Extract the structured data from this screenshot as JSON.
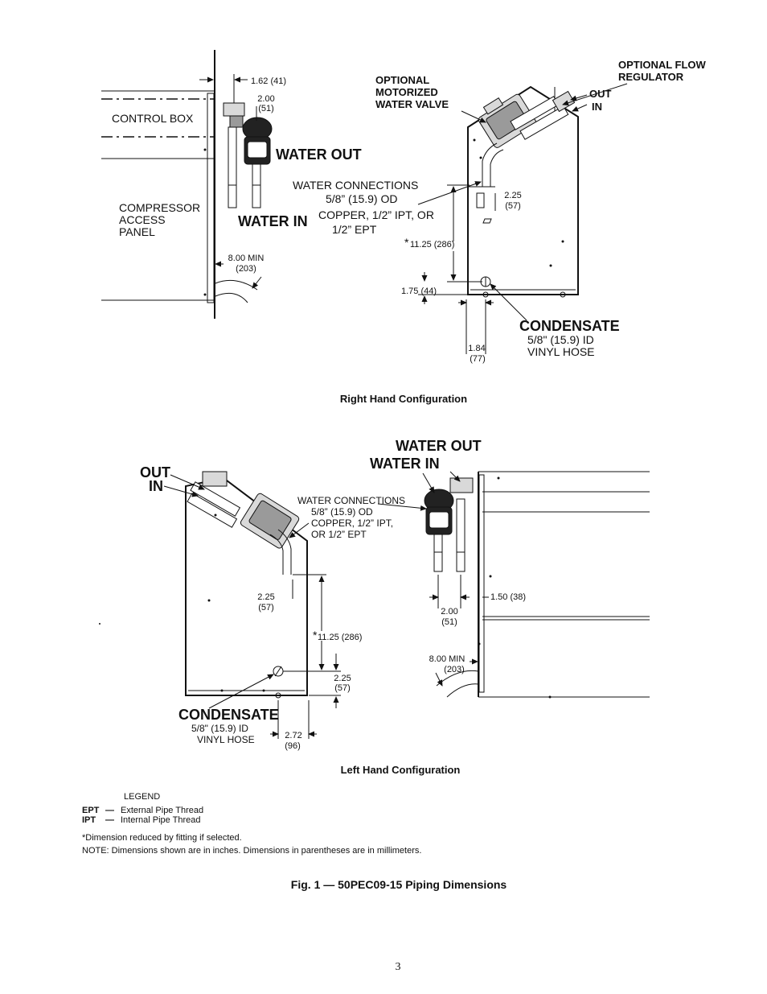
{
  "right_config": {
    "caption": "Right Hand Configuration",
    "dim_162": "1.62 (41)",
    "dim_200_a": "2.00",
    "dim_200_b": "(51)",
    "control_box": "CONTROL BOX",
    "water_out": "WATER OUT",
    "water_in": "WATER IN",
    "comp_1": "COMPRESSOR",
    "comp_2": "ACCESS",
    "comp_3": "PANEL",
    "min_a": "8.00 MIN",
    "min_b": "(203)",
    "omv_1": "OPTIONAL",
    "omv_2": "MOTORIZED",
    "omv_3": "WATER VALVE",
    "ofr_1": "OPTIONAL FLOW",
    "ofr_2": "REGULATOR",
    "out": "OUT",
    "in": "IN",
    "wc_1": "WATER CONNECTIONS",
    "wc_2": "5/8” (15.9) OD",
    "wc_3": "COPPER, 1/2” IPT, OR",
    "wc_4": "1/2” EPT",
    "dim_225_a": "2.25",
    "dim_225_b": "(57)",
    "star": "*",
    "dim_1125": "11.25 (286)",
    "dim_175": "1.75 (44)",
    "dim_184_a": "1.84",
    "dim_184_b": "(77)",
    "condensate": "CONDENSATE",
    "cond_1": "5/8\" (15.9) ID",
    "cond_2": "VINYL HOSE"
  },
  "left_config": {
    "caption": "Left Hand Configuration",
    "water_out": "WATER OUT",
    "water_in": "WATER IN",
    "out": "OUT",
    "in": "IN",
    "wc_1": "WATER CONNECTIONS",
    "wc_2": "5/8” (15.9) OD",
    "wc_3": "COPPER, 1/2” IPT,",
    "wc_4": "OR 1/2” EPT",
    "dim_225_a": "2.25",
    "dim_225_b": "(57)",
    "star": "*",
    "dim_1125": "11.25 (286)",
    "dim_225c_a": "2.25",
    "dim_225c_b": "(57)",
    "dim_200_a": "2.00",
    "dim_200_b": "(51)",
    "dim_150": "1.50 (38)",
    "min_a": "8.00 MIN",
    "min_b": "(203)",
    "condensate": "CONDENSATE",
    "cond_1": "5/8\" (15.9) ID",
    "cond_2": "VINYL HOSE",
    "dim_272_a": "2.72",
    "dim_272_b": "(96)"
  },
  "legend": {
    "title": "LEGEND",
    "ept_abbr": "EPT",
    "ept_dash": "—",
    "ept_text": "External Pipe Thread",
    "ipt_abbr": "IPT",
    "ipt_dash": "—",
    "ipt_text": "Internal Pipe Thread"
  },
  "footnotes": {
    "star_note": "*Dimension reduced by fitting if selected.",
    "note": "NOTE: Dimensions shown are in inches. Dimensions in parentheses are in millimeters."
  },
  "figure_caption": "Fig. 1 — 50PEC09-15 Piping Dimensions",
  "page_number": "3"
}
